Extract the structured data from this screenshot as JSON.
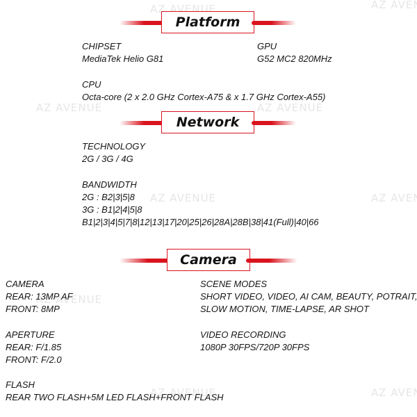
{
  "watermark": "AZ AVENUE",
  "platform": {
    "title": "Platform",
    "chipset_label": "CHIPSET",
    "chipset_value": "MediaTek Helio G81",
    "gpu_label": "GPU",
    "gpu_value": "G52 MC2 820MHz",
    "cpu_label": "CPU",
    "cpu_value": "Octa-core (2 x 2.0 GHz Cortex-A75 & x 1.7 GHz Cortex-A55)"
  },
  "network": {
    "title": "Network",
    "technology_label": "TECHNOLOGY",
    "technology_value": "2G / 3G / 4G",
    "bandwidth_label": "BANDWIDTH",
    "bandwidth_lines": [
      "2G : B2|3|5|8",
      "3G : B1|2|4|5|8",
      "B1|2|3|4|5|7|8|12|13|17|20|25|26|28A|28B|38|41(Full)|40|66"
    ]
  },
  "camera": {
    "title": "Camera",
    "camera_label": "CAMERA",
    "camera_rear": "REAR: 13MP AF",
    "camera_front": "FRONT: 8MP",
    "aperture_label": "APERTURE",
    "aperture_rear": "REAR: F/1.85",
    "aperture_front": "FRONT: F/2.0",
    "flash_label": "FLASH",
    "flash_value": "REAR TWO FLASH+5M LED FLASH+FRONT FLASH",
    "scene_label": "SCENE MODES",
    "scene_lines": [
      "SHORT VIDEO, VIDEO, AI CAM, BEAUTY, POTRAIT,",
      "SLOW MOTION, TIME-LAPSE, AR SHOT"
    ],
    "video_label": "VIDEO RECORDING",
    "video_value": "1080P 30FPS/720P 30FPS"
  },
  "colors": {
    "accent": "#d9141e",
    "text": "#151515",
    "watermark": "#e6e6e6"
  }
}
